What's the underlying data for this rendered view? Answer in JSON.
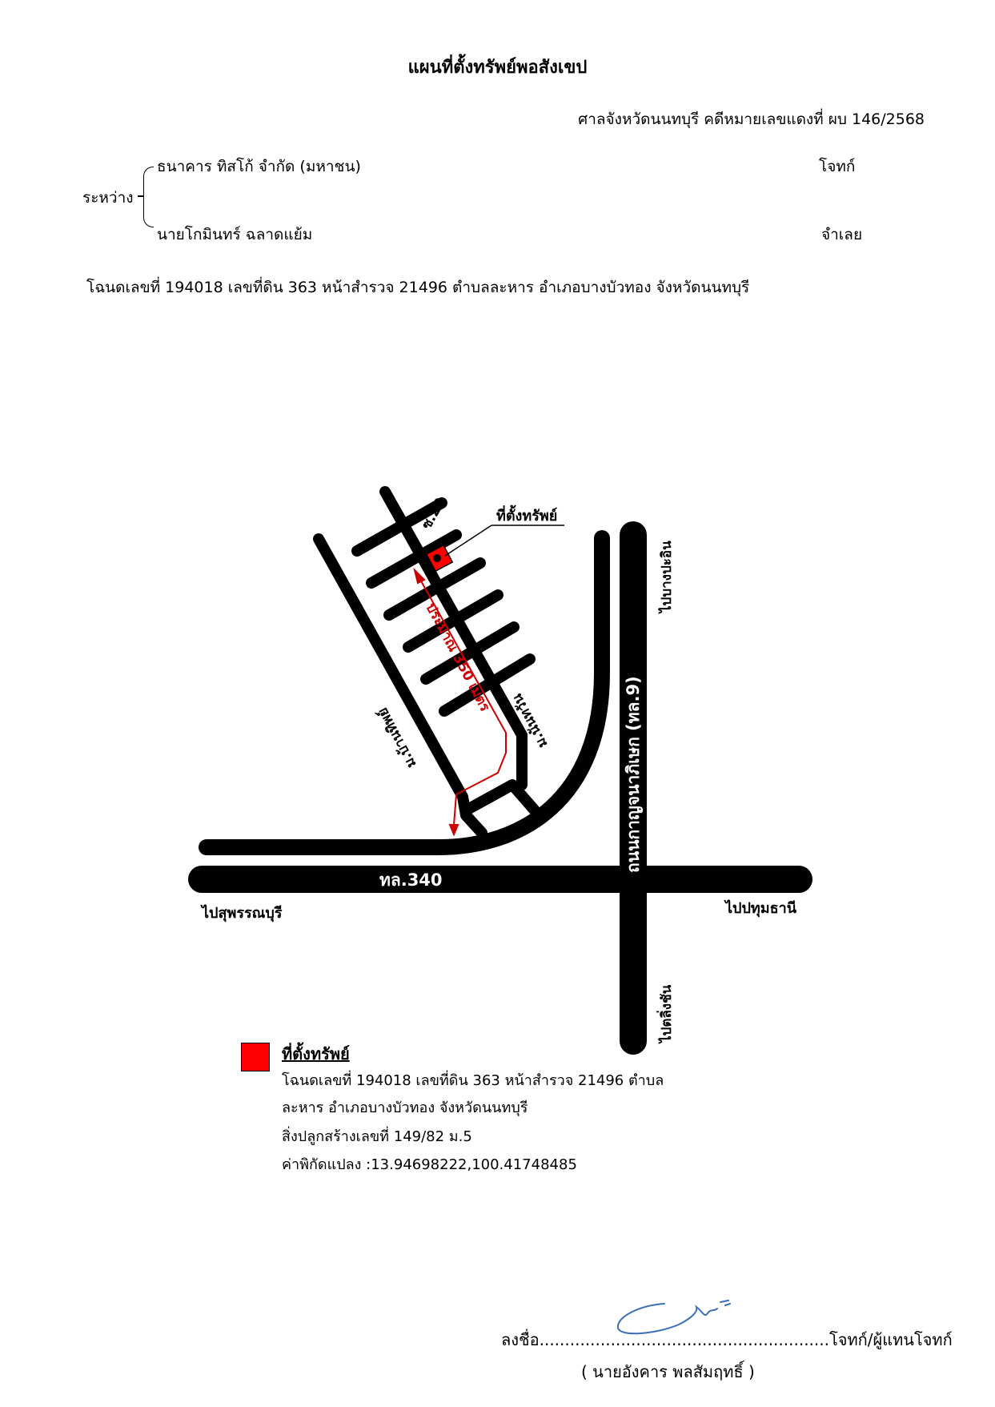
{
  "doc": {
    "title": "แผนที่ตั้งทรัพย์พอสังเขป",
    "court_line": "ศาลจังหวัดนนทบุรี คดีหมายเลขแดงที่ ผบ 146/2568",
    "between_label": "ระหว่าง",
    "plaintiff_name": "ธนาคาร ทิสโก้ จำกัด (มหาชน)",
    "plaintiff_role": "โจทก์",
    "defendant_name": "นายโกมินทร์ ฉลาดแย้ม",
    "defendant_role": "จำเลย",
    "deed_line": "โฉนดเลขที่ 194018 เลขที่ดิน 363 หน้าสำรวจ 21496 ตำบลละหาร อำเภอบางบัวทอง จังหวัดนนทบุรี"
  },
  "map": {
    "property_label": "ที่ตั้งทรัพย์",
    "soi_label": "ซ.20",
    "distance_label": "ประมาณ 350 เมตร",
    "road_left_label": "ม.บ้านทิพย์",
    "road_right_label": "ม.นันทวัน",
    "highway_label": "ทล.340",
    "kanchanaphisek_label": "ถนนกาญจนาภิเษก (ทล.9)",
    "to_bang_pa_in": "ไปบางปะอิน",
    "to_suphan": "ไปสุพรรณบุรี",
    "to_pathum": "ไปปทุมธานี",
    "to_taling_chan": "ไปตลิ่งชัน",
    "colors": {
      "road": "#000000",
      "property": "#ff0000",
      "route": "#cc0000"
    }
  },
  "legend": {
    "title": "ที่ตั้งทรัพย์",
    "line1": "โฉนดเลขที่ 194018 เลขที่ดิน 363 หน้าสำรวจ 21496 ตำบล",
    "line2": "ละหาร อำเภอบางบัวทอง จังหวัดนนทบุรี",
    "line3": "สิ่งปลูกสร้างเลขที่ 149/82 ม.5",
    "line4": "ค่าพิกัดแปลง :13.94698222,100.41748485"
  },
  "signature": {
    "line": "ลงชื่อ.........................................................โจทก์/ผู้แทนโจทก์",
    "name": "( นายอังคาร พลสัมฤทธิ์ )"
  }
}
